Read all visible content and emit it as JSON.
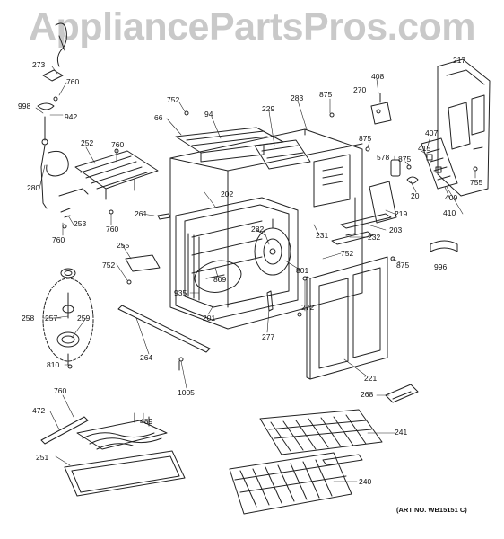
{
  "watermark": "AppliancePartsPros.com",
  "art_number": "(ART NO. WB15151 C)",
  "part_labels": [
    {
      "id": "l-273",
      "text": "273"
    },
    {
      "id": "l-760a",
      "text": "760"
    },
    {
      "id": "l-998",
      "text": "998"
    },
    {
      "id": "l-942",
      "text": "942"
    },
    {
      "id": "l-252",
      "text": "252"
    },
    {
      "id": "l-760b",
      "text": "760"
    },
    {
      "id": "l-280",
      "text": "280"
    },
    {
      "id": "l-253",
      "text": "253"
    },
    {
      "id": "l-760c",
      "text": "760"
    },
    {
      "id": "l-760d",
      "text": "760"
    },
    {
      "id": "l-752a",
      "text": "752"
    },
    {
      "id": "l-66",
      "text": "66"
    },
    {
      "id": "l-94",
      "text": "94"
    },
    {
      "id": "l-229",
      "text": "229"
    },
    {
      "id": "l-283",
      "text": "283"
    },
    {
      "id": "l-875a",
      "text": "875"
    },
    {
      "id": "l-270",
      "text": "270"
    },
    {
      "id": "l-408",
      "text": "408"
    },
    {
      "id": "l-217",
      "text": "217"
    },
    {
      "id": "l-875b",
      "text": "875"
    },
    {
      "id": "l-578",
      "text": "578"
    },
    {
      "id": "l-875c",
      "text": "875"
    },
    {
      "id": "l-415",
      "text": "415"
    },
    {
      "id": "l-407",
      "text": "407"
    },
    {
      "id": "l-20",
      "text": "20"
    },
    {
      "id": "l-409",
      "text": "409"
    },
    {
      "id": "l-755",
      "text": "755"
    },
    {
      "id": "l-410",
      "text": "410"
    },
    {
      "id": "l-219",
      "text": "219"
    },
    {
      "id": "l-203",
      "text": "203"
    },
    {
      "id": "l-232",
      "text": "232"
    },
    {
      "id": "l-231",
      "text": "231"
    },
    {
      "id": "l-202",
      "text": "202"
    },
    {
      "id": "l-261",
      "text": "261"
    },
    {
      "id": "l-282",
      "text": "282"
    },
    {
      "id": "l-752b",
      "text": "752"
    },
    {
      "id": "l-875d",
      "text": "875"
    },
    {
      "id": "l-996",
      "text": "996"
    },
    {
      "id": "l-255",
      "text": "255"
    },
    {
      "id": "l-752c",
      "text": "752"
    },
    {
      "id": "l-801",
      "text": "801"
    },
    {
      "id": "l-809",
      "text": "809"
    },
    {
      "id": "l-935",
      "text": "935"
    },
    {
      "id": "l-201",
      "text": "201"
    },
    {
      "id": "l-272",
      "text": "272"
    },
    {
      "id": "l-258",
      "text": "258"
    },
    {
      "id": "l-257",
      "text": "257"
    },
    {
      "id": "l-259",
      "text": "259"
    },
    {
      "id": "l-277",
      "text": "277"
    },
    {
      "id": "l-264",
      "text": "264"
    },
    {
      "id": "l-810",
      "text": "810"
    },
    {
      "id": "l-1005",
      "text": "1005"
    },
    {
      "id": "l-221",
      "text": "221"
    },
    {
      "id": "l-268",
      "text": "268"
    },
    {
      "id": "l-760e",
      "text": "760"
    },
    {
      "id": "l-472",
      "text": "472"
    },
    {
      "id": "l-489",
      "text": "489"
    },
    {
      "id": "l-241",
      "text": "241"
    },
    {
      "id": "l-251",
      "text": "251"
    },
    {
      "id": "l-240",
      "text": "240"
    }
  ]
}
